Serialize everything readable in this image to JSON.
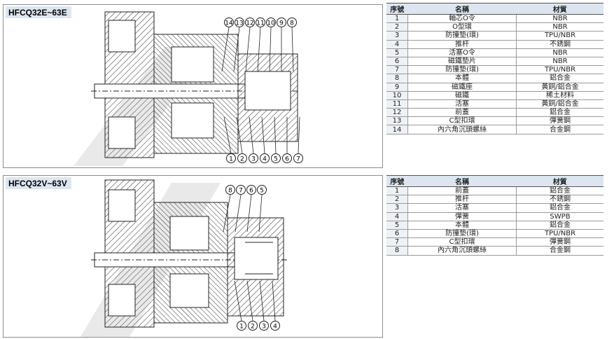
{
  "panel1": {
    "model": "HFCQ32E~63E",
    "callouts_top": [
      "14",
      "13",
      "12",
      "11",
      "10",
      "9",
      "8"
    ],
    "callouts_bottom": [
      "1",
      "2",
      "3",
      "4",
      "5",
      "6",
      "7"
    ]
  },
  "panel2": {
    "model": "HFCQ32V~63V",
    "callouts_top": [
      "8",
      "7",
      "6",
      "5"
    ],
    "callouts_bottom": [
      "1",
      "2",
      "3",
      "4"
    ]
  },
  "table1": {
    "headers": [
      "序號",
      "名稱",
      "材質"
    ],
    "rows": [
      [
        "1",
        "軸芯O令",
        "NBR"
      ],
      [
        "2",
        "O型環",
        "NBR"
      ],
      [
        "3",
        "防撞墊(環)",
        "TPU/NBR"
      ],
      [
        "4",
        "推杆",
        "不銹鋼"
      ],
      [
        "5",
        "活塞O令",
        "NBR"
      ],
      [
        "6",
        "磁鐵墊片",
        "NBR"
      ],
      [
        "7",
        "防撞墊(環)",
        "TPU/NBR"
      ],
      [
        "8",
        "本體",
        "鋁合金"
      ],
      [
        "9",
        "磁鐵座",
        "黃銅/鋁合金"
      ],
      [
        "10",
        "磁鐵",
        "稀土材料"
      ],
      [
        "11",
        "活塞",
        "黃銅/鋁合金"
      ],
      [
        "12",
        "前蓋",
        "鋁合金"
      ],
      [
        "13",
        "C型扣環",
        "彈簧鋼"
      ],
      [
        "14",
        "內六角沉頭螺絲",
        "合金鋼"
      ]
    ]
  },
  "table2": {
    "headers": [
      "序號",
      "名稱",
      "材質"
    ],
    "rows": [
      [
        "1",
        "前蓋",
        "鋁合金"
      ],
      [
        "2",
        "推杆",
        "不銹鋼"
      ],
      [
        "3",
        "活塞",
        "鋁合金"
      ],
      [
        "4",
        "彈簧",
        "SWPB"
      ],
      [
        "5",
        "本體",
        "鋁合金"
      ],
      [
        "6",
        "防撞墊(環)",
        "TPU/NBR"
      ],
      [
        "7",
        "C型扣環",
        "彈簧鋼"
      ],
      [
        "8",
        "內六角沉頭螺絲",
        "合金鋼"
      ]
    ]
  },
  "colors": {
    "header_bg": "#dde6f0",
    "hatch": "#333333",
    "watermark": "#d0d0d0"
  }
}
